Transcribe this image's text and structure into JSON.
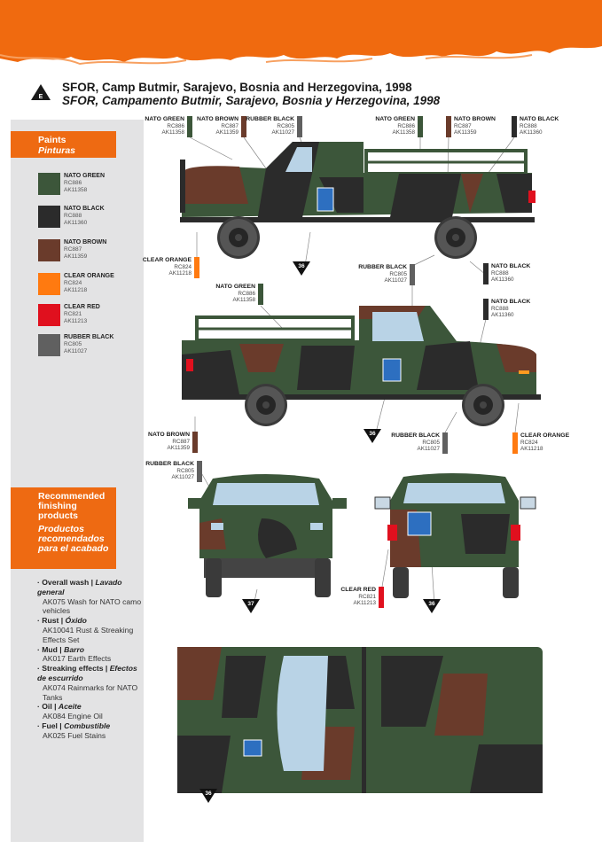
{
  "header": {
    "accent": "#f06a0f",
    "variant_letter": "E"
  },
  "title": {
    "en": "SFOR, Camp Butmir, Sarajevo, Bosnia and Herzegovina, 1998",
    "es": "SFOR, Campamento Butmir, Sarajevo, Bosnia y Herzegovina, 1998"
  },
  "paints": {
    "heading_en": "Paints",
    "heading_es": "Pinturas",
    "items": [
      {
        "name": "NATO GREEN",
        "rc": "RC886",
        "ak": "AK11358",
        "color": "#3c563a"
      },
      {
        "name": "NATO BLACK",
        "rc": "RC888",
        "ak": "AK11360",
        "color": "#2b2b2b"
      },
      {
        "name": "NATO BROWN",
        "rc": "RC887",
        "ak": "AK11359",
        "color": "#6a3b2b"
      },
      {
        "name": "CLEAR ORANGE",
        "rc": "RC824",
        "ak": "AK11218",
        "color": "#ff7a10"
      },
      {
        "name": "CLEAR RED",
        "rc": "RC821",
        "ak": "AK11213",
        "color": "#e0101e"
      },
      {
        "name": "RUBBER BLACK",
        "rc": "RC805",
        "ak": "AK11027",
        "color": "#606060"
      }
    ]
  },
  "finishing": {
    "heading_en": "Recommended finishing products",
    "heading_es": "Productos recomendados para el acabado",
    "items": [
      {
        "en": "Overall wash",
        "es": "Lavado general",
        "product": "AK075 Wash for NATO camo vehicles"
      },
      {
        "en": "Rust",
        "es": "Óxido",
        "product": "AK10041 Rust & Streaking Effects Set"
      },
      {
        "en": "Mud",
        "es": "Barro",
        "product": "AK017 Earth Effects"
      },
      {
        "en": "Streaking effects",
        "es": "Efectos de escurrido",
        "product": "AK074 Rainmarks for NATO Tanks"
      },
      {
        "en": "Oil",
        "es": "Aceite",
        "product": "AK084 Engine Oil"
      },
      {
        "en": "Fuel",
        "es": "Combustible",
        "product": "AK025 Fuel Stains"
      }
    ]
  },
  "callouts": [
    {
      "name": "NATO GREEN",
      "rc": "RC886",
      "ak": "AK11358",
      "color": "#3c563a"
    },
    {
      "name": "NATO BROWN",
      "rc": "RC887",
      "ak": "AK11359",
      "color": "#6a3b2b"
    },
    {
      "name": "RUBBER BLACK",
      "rc": "RC805",
      "ak": "AK11027",
      "color": "#606060"
    },
    {
      "name": "NATO GREEN",
      "rc": "RC886",
      "ak": "AK11358",
      "color": "#3c563a"
    },
    {
      "name": "NATO BROWN",
      "rc": "RC887",
      "ak": "AK11359",
      "color": "#6a3b2b"
    },
    {
      "name": "NATO BLACK",
      "rc": "RC888",
      "ak": "AK11360",
      "color": "#2b2b2b"
    },
    {
      "name": "CLEAR ORANGE",
      "rc": "RC824",
      "ak": "AK11218",
      "color": "#ff7a10"
    },
    {
      "name": "RUBBER BLACK",
      "rc": "RC805",
      "ak": "AK11027",
      "color": "#606060"
    },
    {
      "name": "NATO BLACK",
      "rc": "RC888",
      "ak": "AK11360",
      "color": "#2b2b2b"
    },
    {
      "name": "NATO GREEN",
      "rc": "RC886",
      "ak": "AK11358",
      "color": "#3c563a"
    },
    {
      "name": "NATO BLACK",
      "rc": "RC888",
      "ak": "AK11360",
      "color": "#2b2b2b"
    },
    {
      "name": "NATO BROWN",
      "rc": "RC887",
      "ak": "AK11359",
      "color": "#6a3b2b"
    },
    {
      "name": "RUBBER BLACK",
      "rc": "RC805",
      "ak": "AK11027",
      "color": "#606060"
    },
    {
      "name": "CLEAR ORANGE",
      "rc": "RC824",
      "ak": "AK11218",
      "color": "#ff7a10"
    },
    {
      "name": "RUBBER BLACK",
      "rc": "RC805",
      "ak": "AK11027",
      "color": "#606060"
    },
    {
      "name": "CLEAR RED",
      "rc": "RC821",
      "ak": "AK11213",
      "color": "#e0101e"
    }
  ],
  "decal_refs": [
    "36",
    "36",
    "37",
    "36",
    "36"
  ]
}
